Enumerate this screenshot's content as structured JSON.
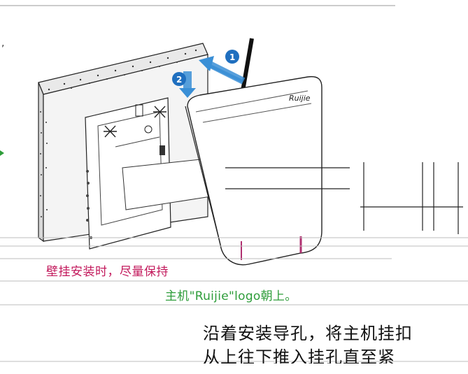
{
  "diagram": {
    "steps": [
      {
        "number": "1"
      },
      {
        "number": "2"
      }
    ],
    "device_brand": "Ruijie",
    "note_red": "壁挂安装时，尽量保持",
    "note_green": "主机\"Ruijie\"logo朝上。",
    "instruction_lines": [
      "沿着安装导孔，将主机挂扣",
      "从上往下推入挂孔直至紧"
    ],
    "colors": {
      "arrow": "#3a8fd6",
      "note_red": "#c2185b",
      "note_green": "#2e9d3a",
      "line": "#333333"
    }
  }
}
